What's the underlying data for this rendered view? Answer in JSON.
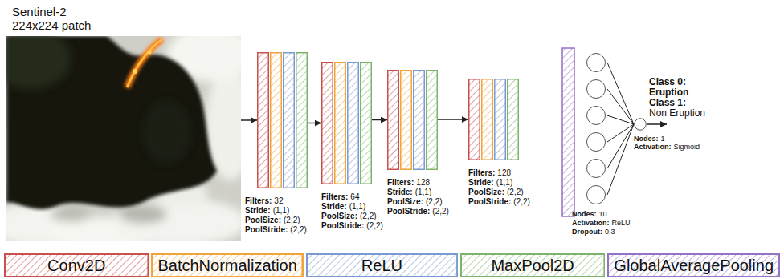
{
  "diagram": {
    "nodes": [
      {
        "text": [
          "Sentinel-2",
          "224x224 patch"
        ]
      },
      {
        "text": [
          "Filters:",
          "32",
          "Stride:",
          "(1,1)",
          "PoolSize:",
          "(2,2)",
          "PoolStride:",
          "(2,2)"
        ]
      },
      {
        "text": [
          "Filters:",
          "64",
          "Stride:",
          "(1,1)",
          "PoolSize:",
          "(2,2)",
          "PoolStride:",
          "(2,2)"
        ]
      },
      {
        "text": [
          "Filters:",
          "128",
          "Stride:",
          "(1,1)",
          "PoolSize:",
          "(2,2)",
          "PoolStride:",
          "(2,2)"
        ]
      },
      {
        "text": [
          "Filters:",
          "128",
          "Stride:",
          "(1,1)",
          "PoolSize:",
          "(2,2)",
          "PoolStride:",
          "(2,2)"
        ]
      },
      {
        "text": [
          "Nodes:",
          "10",
          "Activation:",
          "ReLU",
          "Dropout:",
          "0.3"
        ]
      },
      {
        "text": [
          "Nodes:",
          "1",
          "Activation:",
          "Sigmoid"
        ]
      }
    ],
    "edges": [
      {
        "from": 0,
        "to": 1,
        "arrow": "to"
      },
      {
        "from": 1,
        "to": 2,
        "arrow": "to"
      },
      {
        "from": 2,
        "to": 3,
        "arrow": "to"
      },
      {
        "from": 3,
        "to": 4,
        "arrow": "to"
      },
      {
        "from": 5,
        "to": 6,
        "arrow": "none"
      }
    ],
    "labels": [
      "Class 0:",
      "Eruption",
      "Class 1:",
      "Non Eruption"
    ],
    "legend": [
      {
        "text": "Conv2D",
        "color": "#c8504e"
      },
      {
        "text": "BatchNormalization",
        "color": "#f0a43a"
      },
      {
        "text": "ReLU",
        "color": "#7b9bd0"
      },
      {
        "text": "MaxPool2D",
        "color": "#7cb46b"
      },
      {
        "text": "GlobalAveragePooling",
        "color": "#9473c4"
      }
    ]
  }
}
